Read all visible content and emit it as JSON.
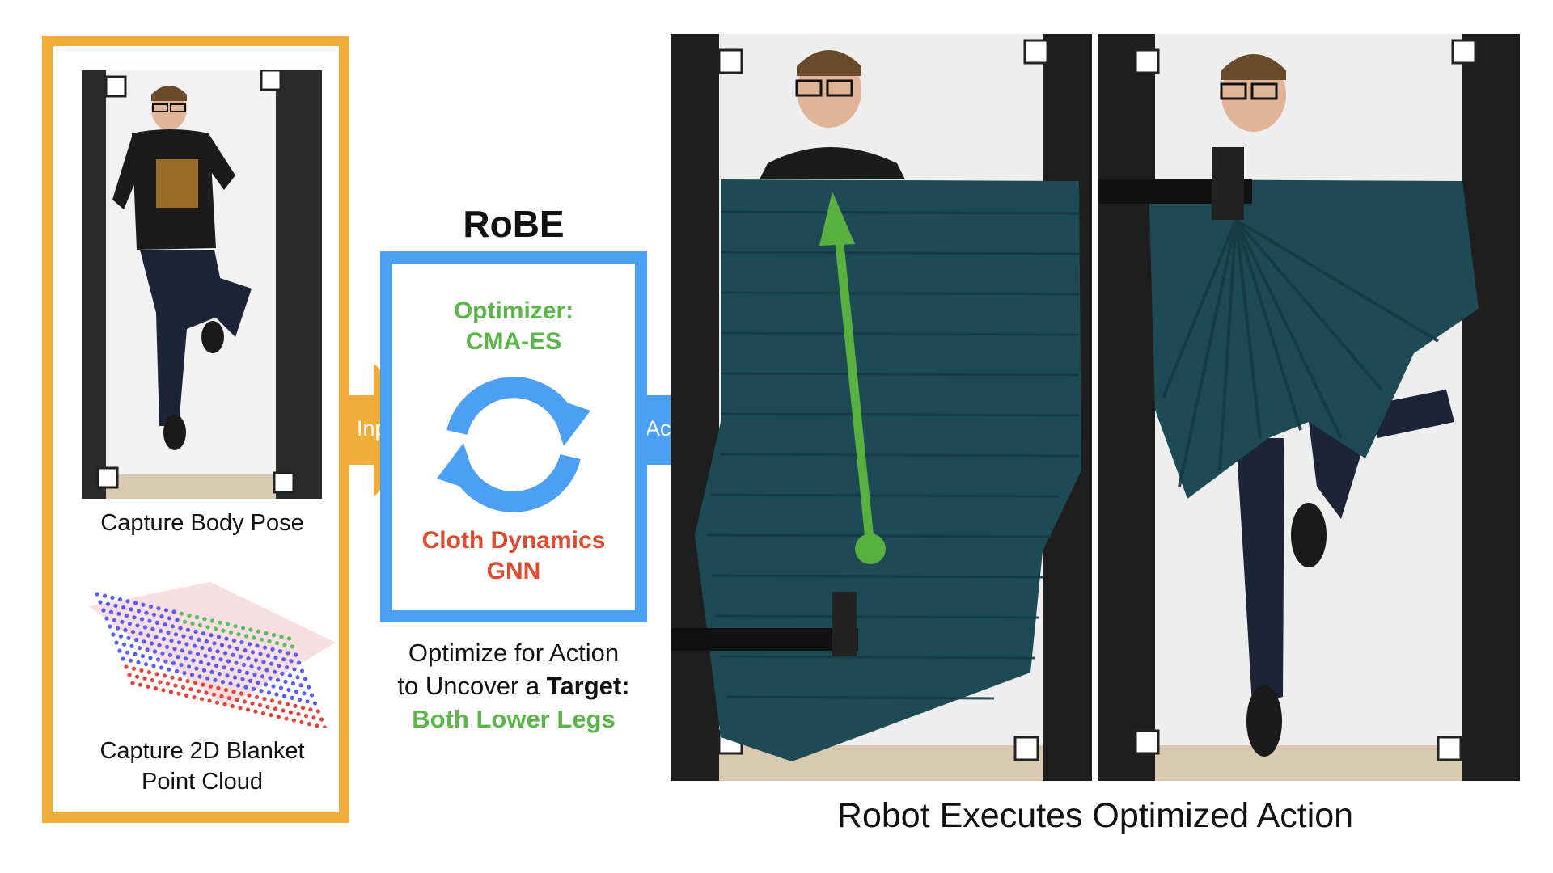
{
  "input_panel": {
    "pose_caption": "Capture Body Pose",
    "cloud_caption_line1": "Capture 2D Blanket",
    "cloud_caption_line2": "Point Cloud"
  },
  "arrows": {
    "input_label": "Input",
    "action_label": "Action"
  },
  "robe": {
    "title": "RoBE",
    "optimizer_line1": "Optimizer:",
    "optimizer_line2": "CMA-ES",
    "model_line1": "Cloth Dynamics",
    "model_line2": "GNN"
  },
  "goal": {
    "line1": "Optimize for Action",
    "line2_prefix": "to Uncover a ",
    "line2_bold": "Target:",
    "line3": "Both Lower Legs"
  },
  "output": {
    "caption": "Robot Executes Optimized Action"
  },
  "colors": {
    "input_orange": "#f0ad3a",
    "robe_blue": "#4b9ff4",
    "optimizer_green": "#5bb548",
    "gnn_red": "#e04a2f",
    "blanket_teal": "#1d4a55"
  }
}
